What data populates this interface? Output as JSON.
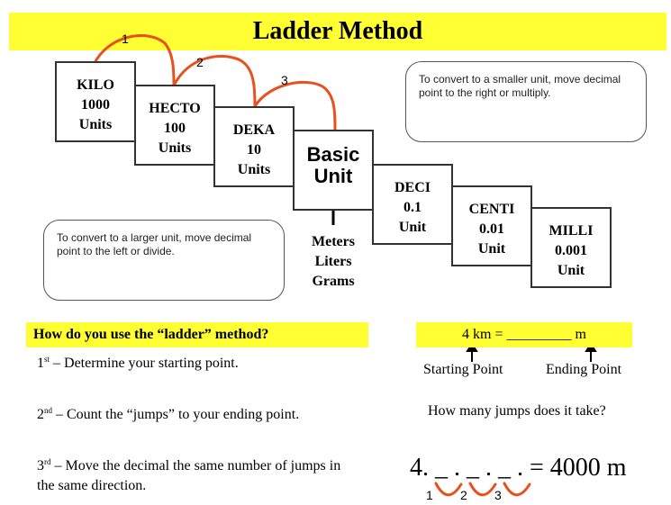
{
  "title": "Ladder Method",
  "ladder": {
    "arc_labels": [
      "1",
      "2",
      "3"
    ],
    "steps": [
      {
        "prefix": "KILO",
        "value": "1000",
        "unit": "Units"
      },
      {
        "prefix": "HECTO",
        "value": "100",
        "unit": "Units"
      },
      {
        "prefix": "DEKA",
        "value": "10",
        "unit": "Units"
      },
      {
        "line1": "Basic",
        "line2": "Unit"
      },
      {
        "prefix": "DECI",
        "value": "0.1",
        "unit": "Unit"
      },
      {
        "prefix": "CENTI",
        "value": "0.01",
        "unit": "Unit"
      },
      {
        "prefix": "MILLI",
        "value": "0.001",
        "unit": "Unit"
      }
    ],
    "base_units": [
      "Meters",
      "Liters",
      "Grams"
    ],
    "smaller_note": "To convert to a smaller unit, move decimal  point to the right or multiply.",
    "larger_note": "To convert to a larger unit, move decimal  point to the left or divide.",
    "arc_color": "#e8501e"
  },
  "method": {
    "question": "How do you use the “ladder” method?",
    "steps": [
      {
        "ordinal": "1",
        "suffix": "st",
        "text": " – Determine your starting point."
      },
      {
        "ordinal": "2",
        "suffix": "nd",
        "text": " – Count the “jumps” to your ending point."
      },
      {
        "ordinal": "3",
        "suffix": "rd",
        "text": " – Move the decimal the same number of jumps in the same direction."
      }
    ]
  },
  "example": {
    "equation": "4 km = _________ m",
    "starting_label": "Starting Point",
    "ending_label": "Ending Point",
    "jumps_question": "How many jumps does it take?",
    "answer": "4. _ . _ . _ . = 4000 m",
    "jump_labels": [
      "1",
      "2",
      "3"
    ]
  }
}
